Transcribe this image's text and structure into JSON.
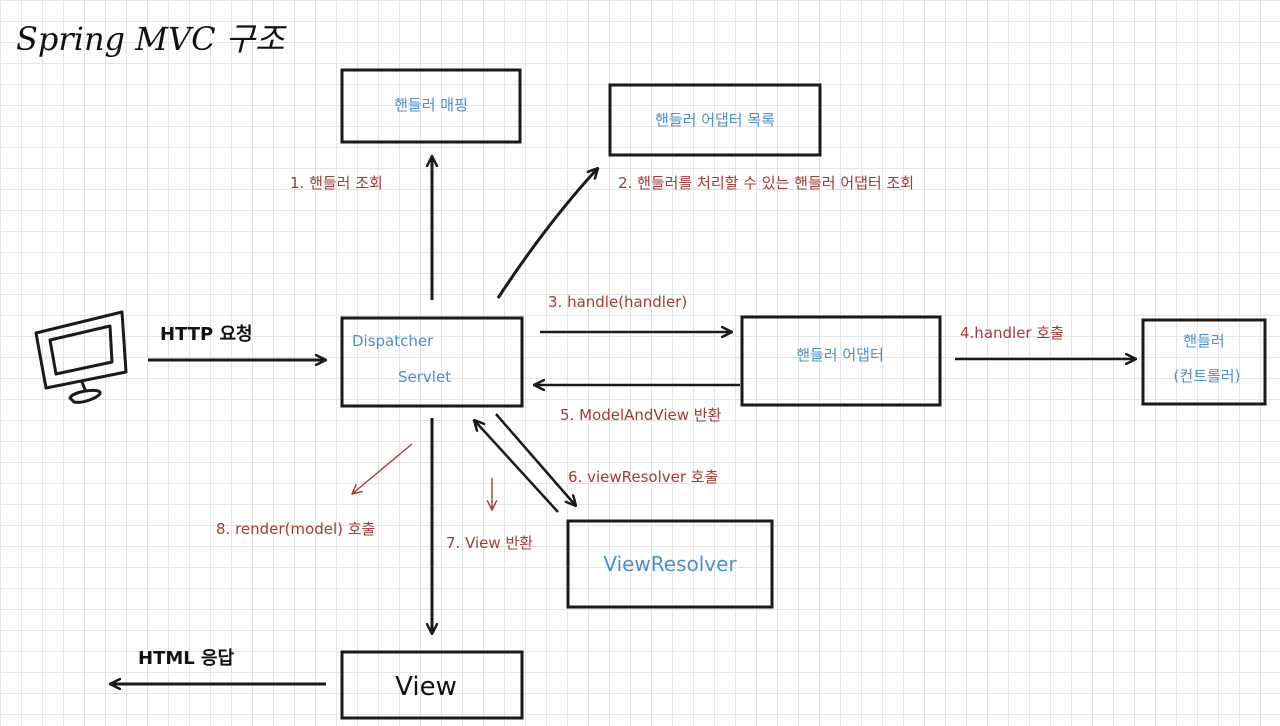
{
  "title": "Spring MVC 구조",
  "boxes": {
    "handler_mapping": "핸들러 매핑",
    "handler_adapter_list": "핸들러 어댑터 목록",
    "dispatcher_line1": "Dispatcher",
    "dispatcher_line2": "Servlet",
    "handler_adapter": "핸들러 어댑터",
    "handler_line1": "핸들러",
    "handler_line2": "(컨트롤러)",
    "view_resolver": "ViewResolver",
    "view": "View"
  },
  "labels": {
    "http_request": "HTTP 요청",
    "html_response": "HTML 응답",
    "step1": "1. 핸들러 조회",
    "step2": "2. 핸들러를 처리할 수 있는 핸들러 어댑터 조회",
    "step3": "3. handle(handler)",
    "step4": "4.handler 호출",
    "step5": "5. ModelAndView 반환",
    "step6": "6. viewResolver 호출",
    "step7": "7. View 반환",
    "step8": "8. render(model) 호출"
  },
  "colors": {
    "box_text_blue": "#4a90c8",
    "step_text_red": "#a23a3a",
    "ink_black": "#1a1a1a",
    "grid": "#e4e4e4"
  },
  "icons": [
    "monitor-icon"
  ]
}
